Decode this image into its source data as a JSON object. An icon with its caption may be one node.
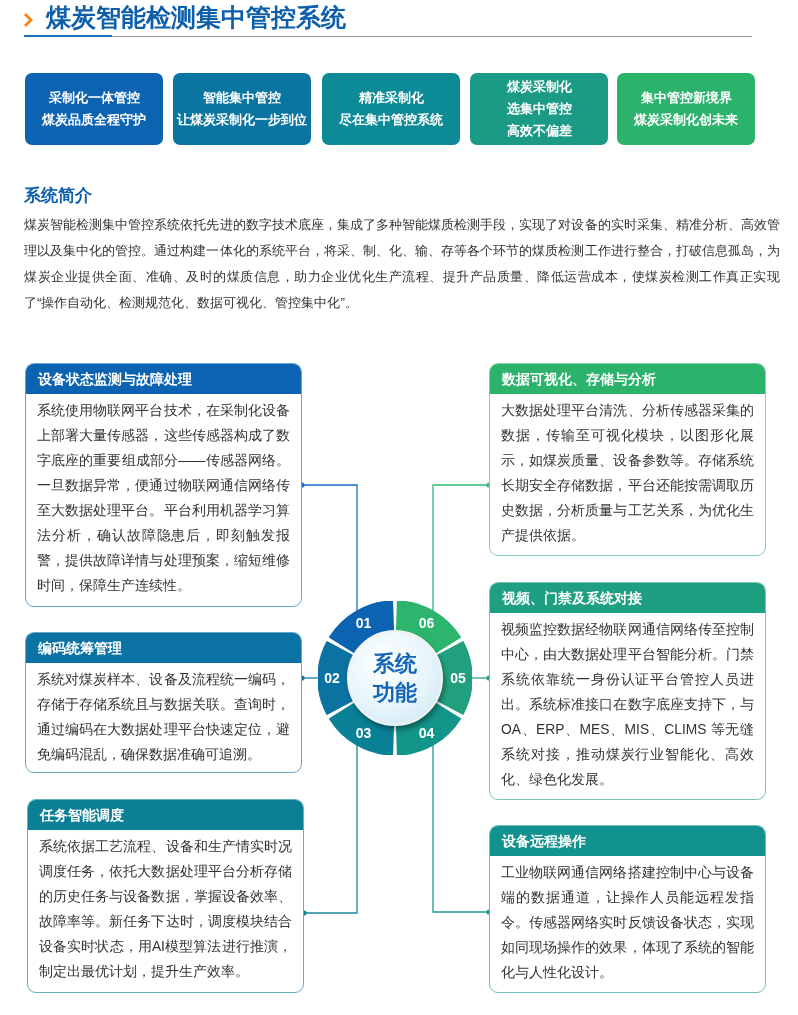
{
  "diagram": {
    "title": "煤炭智能检测集中管控系统",
    "nodes": [
      {
        "text": [
          "采制化一体管控煤炭品质全程守护"
        ]
      },
      {
        "text": [
          "智能集中管控让煤炭采制化一步到位"
        ]
      },
      {
        "text": [
          "精准采制化尽在集中管控系统"
        ]
      },
      {
        "text": [
          "煤炭采制化选集中管控高效不偏差"
        ]
      },
      {
        "text": [
          "集中管控新境界煤炭采制化创未来"
        ]
      },
      {
        "text": [
          "设备状态监测与故障处理",
          "系统使用物联网平台技术，在采制化设备上部署大量传感器，这些传感器构成了数字底座的重要组成部分——传感器网络。一旦数据异常，便通过物联网通信网络传至大数据处理平台。平台利用机器学习算法分析，确认故障隐患后，即刻触发报警，提供故障详情与处理预案，缩短维修时间，保障生产连续性。"
        ]
      },
      {
        "text": [
          "编码统筹管理",
          "系统对煤炭样本、设备及流程统一编码，存储于存储系统且与数据关联。查询时，通过编码在大数据处理平台快速定位，避免编码混乱，确保数据准确可追溯。"
        ]
      },
      {
        "text": [
          "任务智能调度",
          "系统依据工艺流程、设备和生产情实时况调度任务，依托大数据处理平台分析存储的历史任务与设备数据，掌握设备效率、故障率等。新任务下达时，调度模块结合设备实时状态，用AI模型算法进行推演，制定出最优计划，提升生产效率。"
        ]
      },
      {
        "text": [
          "数据可视化、存储与分析",
          "大数据处理平台清洗、分析传感器采集的数据，传输至可视化模块，以图形化展示，如煤炭质量、设备参数等。存储系统长期安全存储数据，平台还能按需调取历史数据，分析质量与工艺关系，为优化生产提供依据。"
        ]
      },
      {
        "text": [
          "视频、门禁及系统对接",
          "视频监控数据经物联网通信网络传至控制中心，由大数据处理平台智能分析。门禁系统依靠统一身份认证平台管控人员进出。系统标准接口在数字底座支持下，与OA、ERP、MES、MIS、CLIMS 等无缝系统对接，推动煤炭行业智能化、高效化、绿色化发展。"
        ]
      },
      {
        "text": [
          "设备远程操作",
          "工业物联网通信网络搭建控制中心与设备端的数据通道，让操作人员能远程发指令。传感器网络实时反馈设备状态，实现如同现场操作的效果，体现了系统的智能化与人性化设计。"
        ]
      },
      {
        "text": [
          "系统功能"
        ]
      },
      {
        "text": [
          "01"
        ]
      },
      {
        "text": [
          "02"
        ]
      },
      {
        "text": [
          "03"
        ]
      },
      {
        "text": [
          "04"
        ]
      },
      {
        "text": [
          "05"
        ]
      },
      {
        "text": [
          "06"
        ]
      }
    ],
    "edges": [
      {
        "from": 5,
        "to": 12,
        "arrow": "other",
        "color": "#1a6fbf"
      },
      {
        "from": 6,
        "to": 13,
        "arrow": "other",
        "color": "#1a78a8"
      },
      {
        "from": 7,
        "to": 14,
        "arrow": "other",
        "color": "#18879a"
      },
      {
        "from": 10,
        "to": 15,
        "arrow": "other",
        "color": "#1c9a8e"
      },
      {
        "from": 9,
        "to": 16,
        "arrow": "other",
        "color": "#26a584"
      },
      {
        "from": 8,
        "to": 17,
        "arrow": "other",
        "color": "#35b874"
      }
    ],
    "labels": [
      "系统简介",
      "煤炭智能检测集中管控系统依托先进的数字技术底座，集成了多种智能煤质检测手段，实现了对设备的实时采集、精准分析、高效管理以及集中化的管控。通过构建一体化的系统平台，将采、制、化、输、存等各个环节的煤质检测工作进行整合，打破信息孤岛，为煤炭企业提供全面、准确、及时的煤质信息，助力企业优化生产流程、提升产品质量、降低运营成本，使煤炭检测工作真正实现了“操作自动化、检测规范化、数据可视化、管控集中化”。"
    ]
  }
}
